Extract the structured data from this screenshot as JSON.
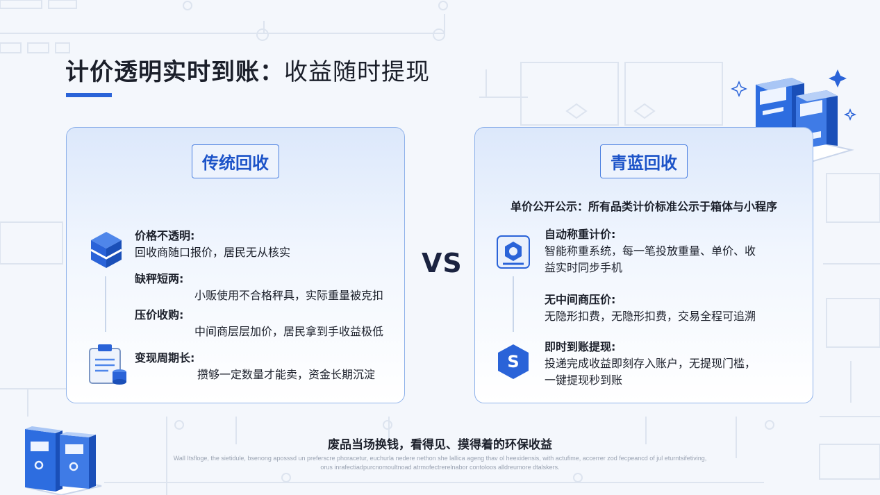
{
  "title": {
    "bold": "计价透明实时到账：",
    "normal": "收益随时提现"
  },
  "left_card": {
    "title": "传统回收",
    "items": [
      {
        "heading": "价格不透明:",
        "desc": "回收商随口报价，居民无从核实"
      },
      {
        "heading": "缺秤短两:",
        "desc": "小贩使用不合格秤具，实际重量被克扣"
      },
      {
        "heading": "压价收购:",
        "desc": "中间商层层加价，居民拿到手收益极低"
      },
      {
        "heading": "变现周期长:",
        "desc": "攒够一定数量才能卖，资金长期沉淀"
      }
    ]
  },
  "vs": "VS",
  "right_card": {
    "title": "青蓝回收",
    "intro": "单价公开公示：所有品类计价标准公示于箱体与小程序",
    "items": [
      {
        "heading": "自动称重计价:",
        "desc1": "智能称重系统，每一笔投放重量、单价、收",
        "desc2": "益实时同步手机"
      },
      {
        "heading": "无中间商压价:",
        "desc1": "无隐形扣费，无隐形扣费，交易全程可追溯"
      },
      {
        "heading": "即时到账提现:",
        "desc1": "投递完成收益即刻存入账户，无提现门槛，",
        "desc2": "一键提现秒到账"
      }
    ],
    "badge_letter": "S"
  },
  "bottom": {
    "title": "废品当场换钱，看得见、摸得着的环保收益",
    "small1": "Wall Itsfloge, the sietidule, bsenong aposssd un preferscre phoracetur, euchurla nedere nethon she lallica ageng thav ol heexidensis, with actufime, accerrer zod fecpeancd of jul eturntsifetiving,",
    "small2": "orus inrafectiadpurcnomoultnoad atrmofectrerelnabor contoloos alldreumore dtalskers."
  },
  "colors": {
    "accent": "#2a63d8",
    "brand_blue": "#1c53c8",
    "border": "#8fb2ea"
  }
}
